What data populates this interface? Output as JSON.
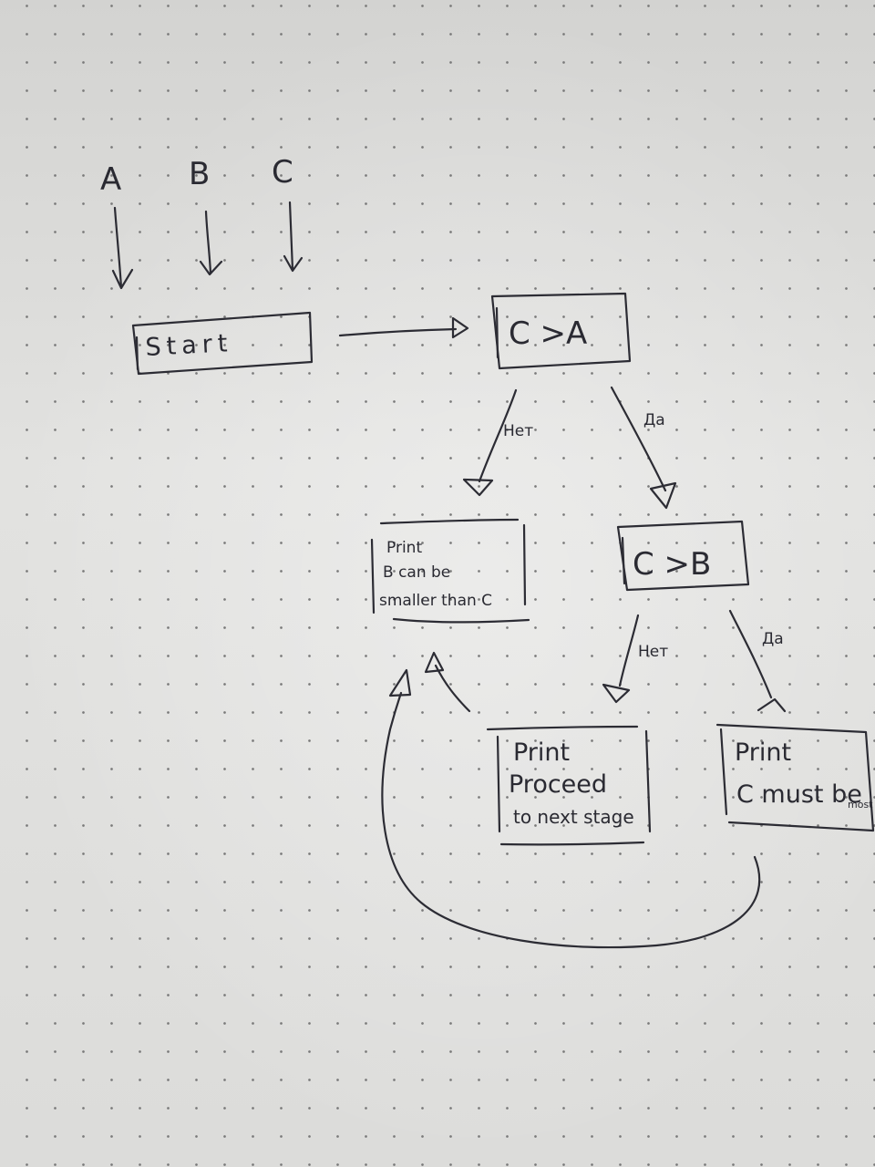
{
  "inputs": [
    "A",
    "B",
    "C"
  ],
  "nodes": {
    "start": "Start",
    "cond_c_gt_a": "C >A",
    "cond_c_gt_b": "C >B",
    "print_b": {
      "line1": "Print",
      "line2": "B can be",
      "line3": "smaller than C"
    },
    "print_proceed": {
      "line1": "Print",
      "line2": "Proceed",
      "line3": "to next stage"
    },
    "print_c": {
      "line1": "Print",
      "line2": "C must be",
      "overflow": "most"
    }
  },
  "edge_labels": {
    "a_no": "Нет",
    "a_yes": "Да",
    "b_no": "Нет",
    "b_yes": "Да"
  }
}
